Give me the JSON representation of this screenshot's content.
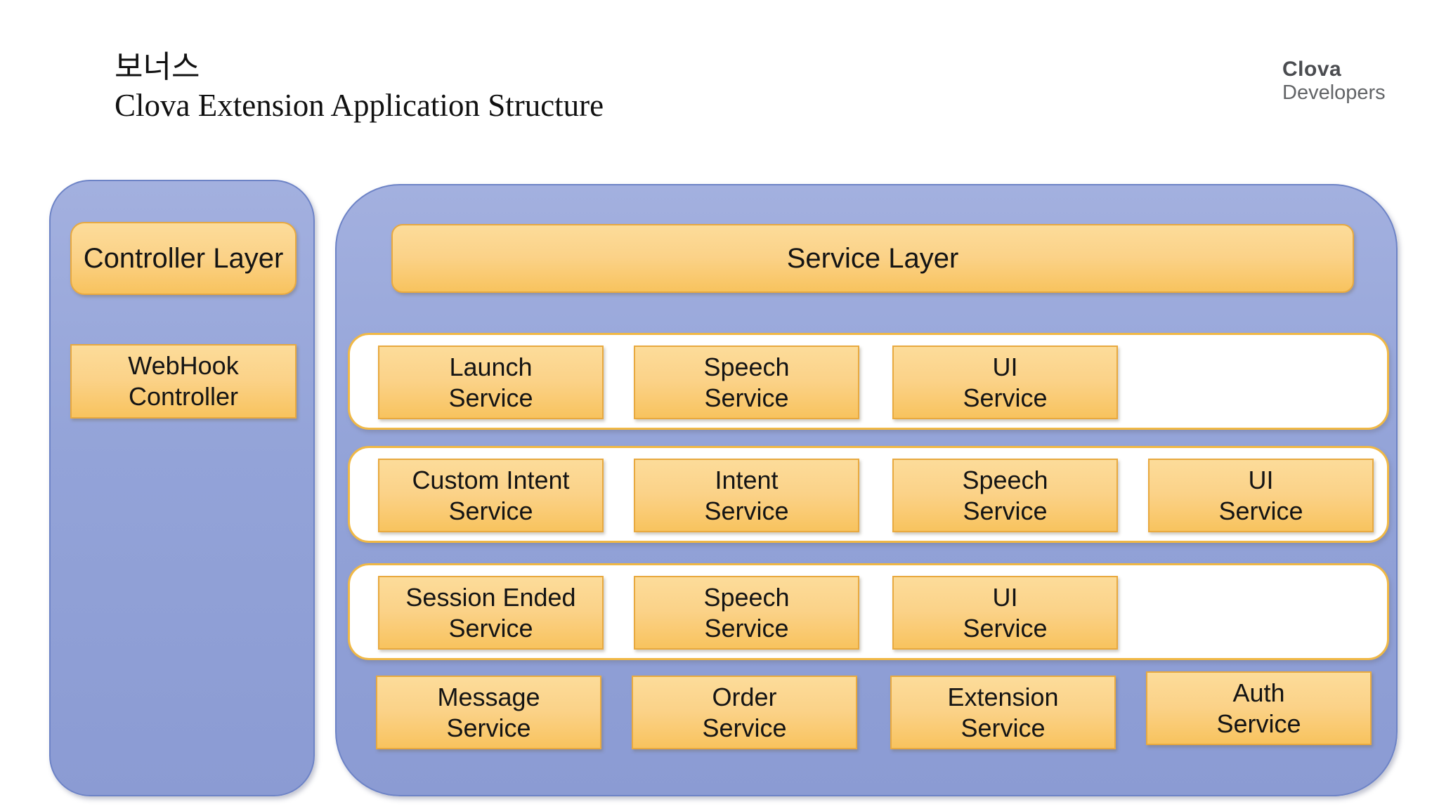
{
  "header": {
    "subtitle_kr": "보너스",
    "title": "Clova Extension Application Structure",
    "logo_brand": "Clova",
    "logo_sub": "Developers"
  },
  "colors": {
    "container_blue": "#93a3d8",
    "container_border": "#6d83c6",
    "box_orange_top": "#fcdc9a",
    "box_orange_bottom": "#f8c35e",
    "box_border": "#e8a93f",
    "row_border": "#f0b845",
    "row_background": "#ffffff",
    "text": "#141414"
  },
  "controller_layer": {
    "title": "Controller Layer",
    "items": [
      "WebHook\nController"
    ]
  },
  "service_layer": {
    "title": "Service Layer",
    "rows": [
      {
        "items": [
          "Launch\nService",
          "Speech\nService",
          "UI\nService"
        ]
      },
      {
        "items": [
          "Custom Intent\nService",
          "Intent\nService",
          "Speech\nService",
          "UI\nService"
        ]
      },
      {
        "items": [
          "Session Ended\nService",
          "Speech\nService",
          "UI\nService"
        ]
      }
    ],
    "bottom_services": [
      "Message\nService",
      "Order\nService",
      "Extension\nService",
      "Auth\nService"
    ]
  }
}
